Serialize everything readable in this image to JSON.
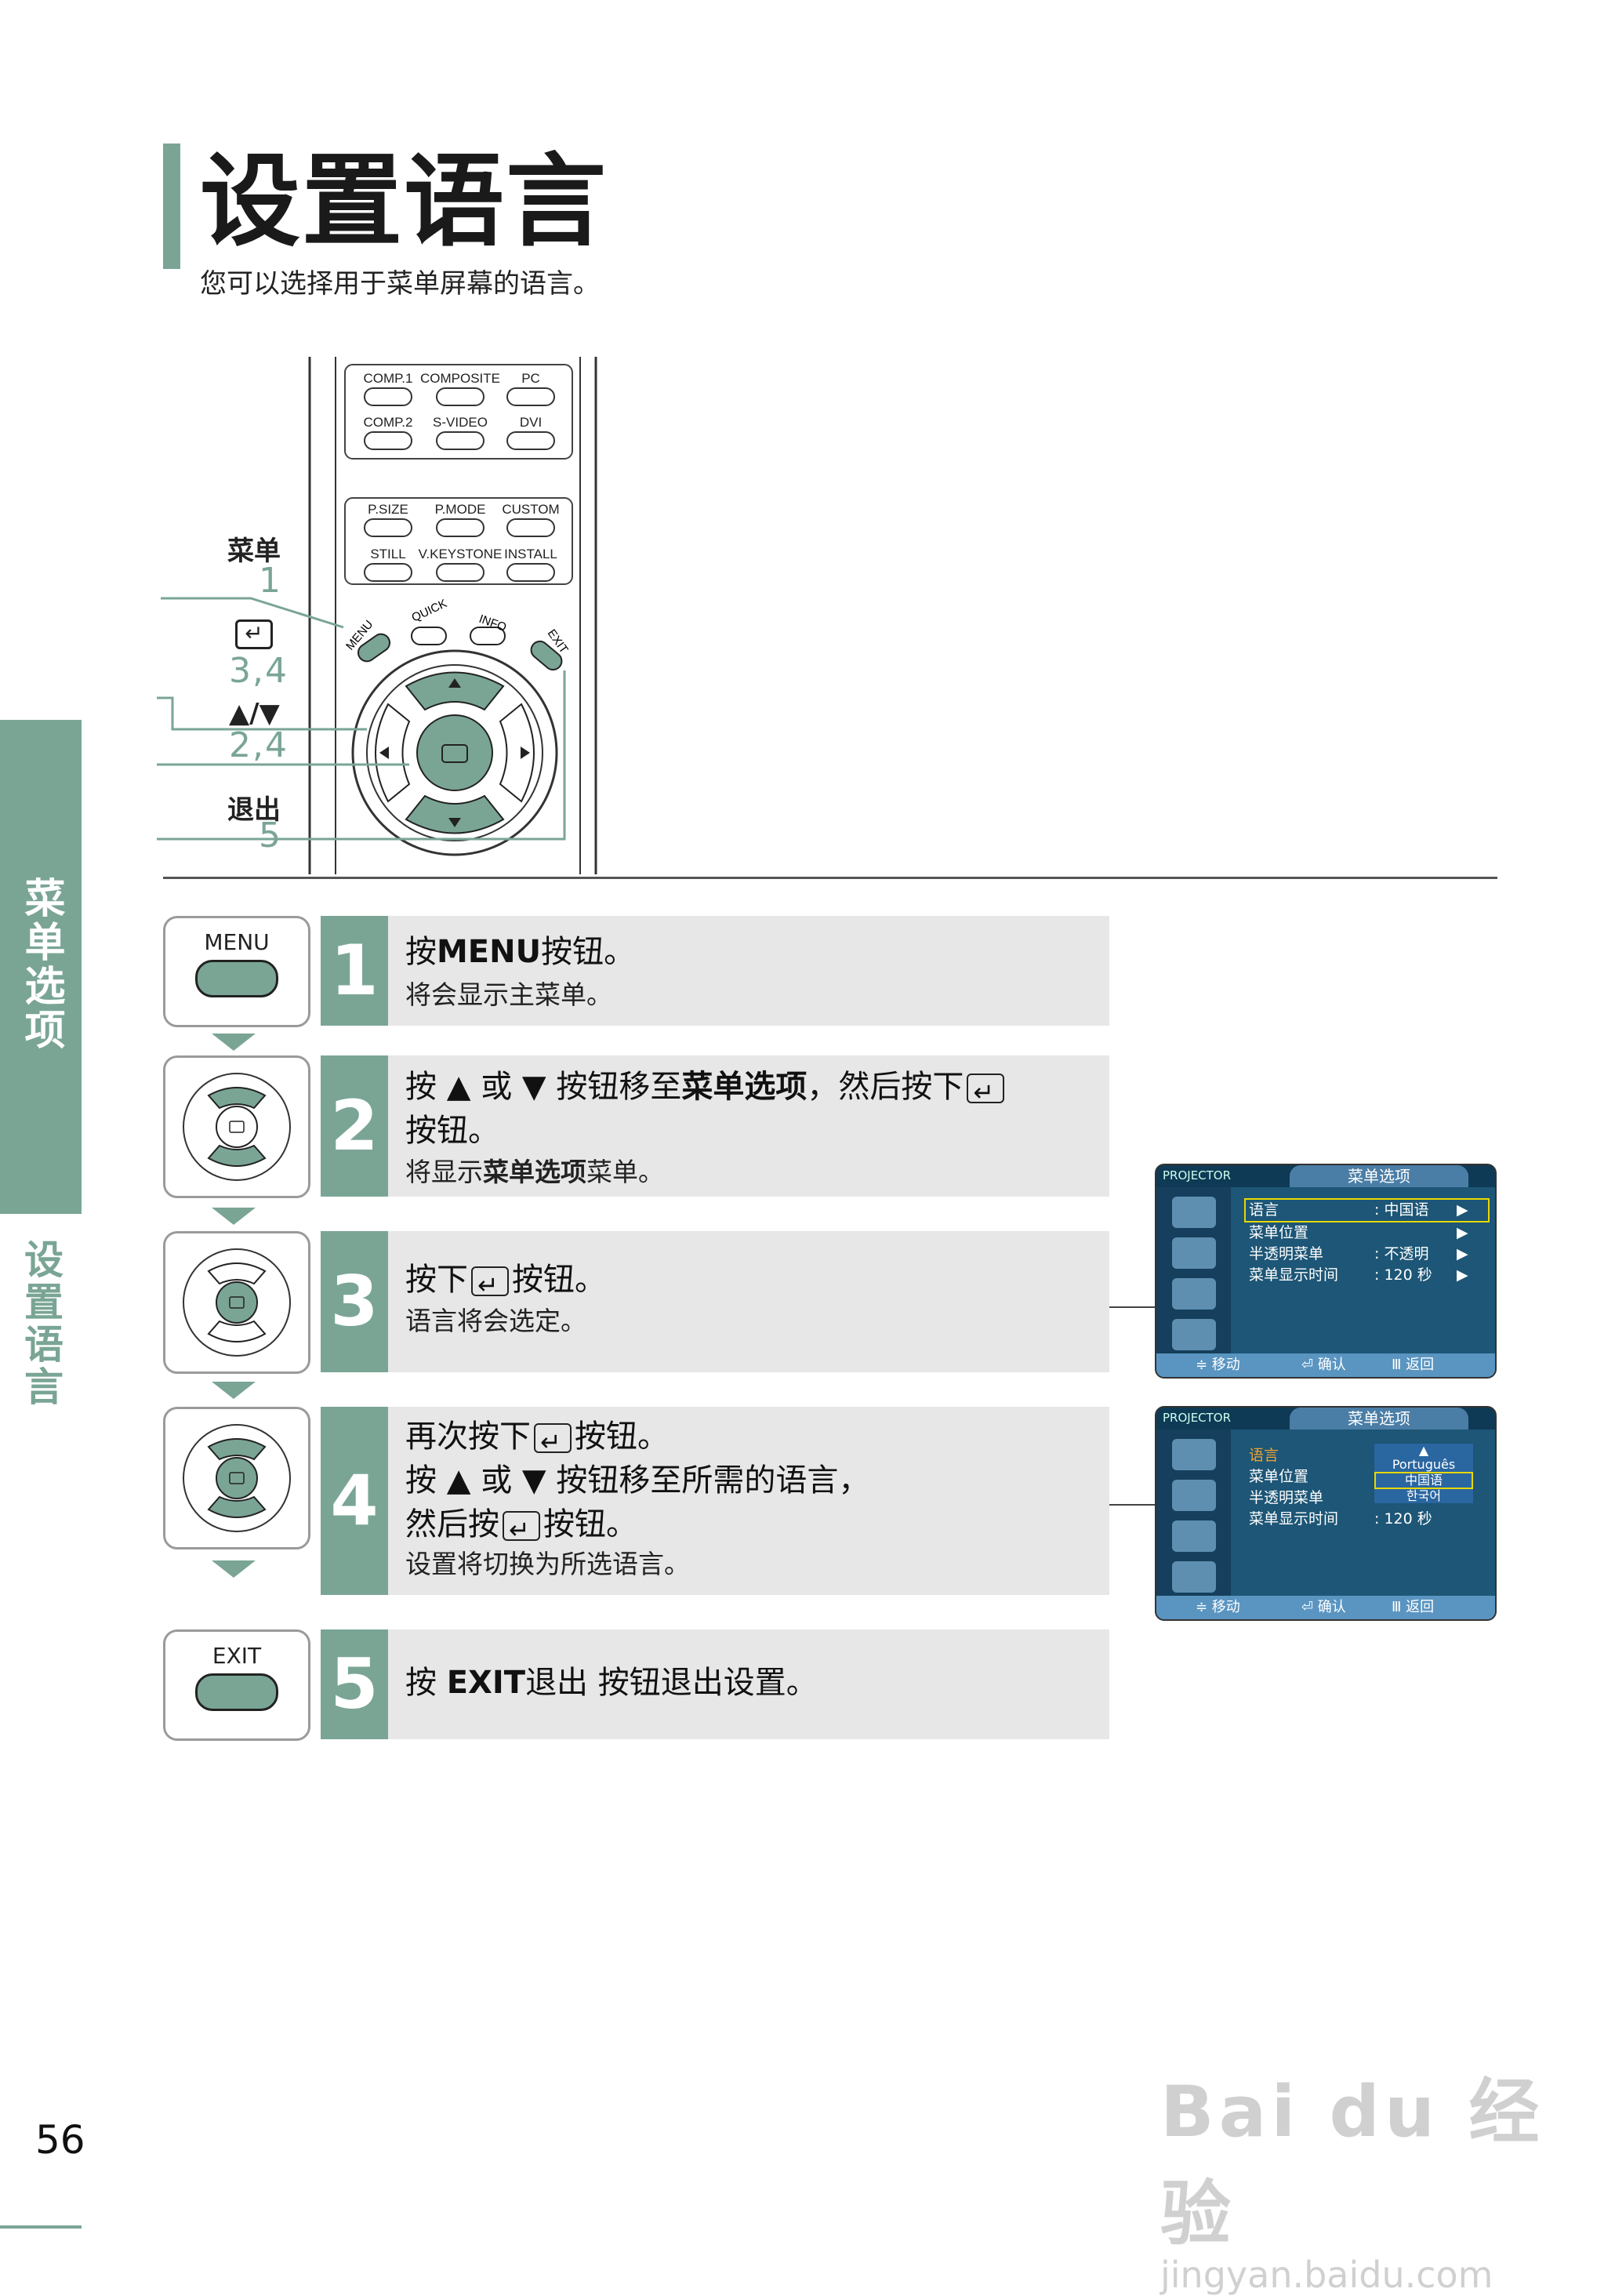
{
  "header": {
    "title": "设置语言",
    "subtitle": "您可以选择用于菜单屏幕的语言。"
  },
  "side": {
    "tab_section": "菜单选项",
    "tab_topic": "设置语言"
  },
  "remote": {
    "row1": [
      "COMP.1",
      "COMPOSITE",
      "PC"
    ],
    "row2": [
      "COMP.2",
      "S-VIDEO",
      "DVI"
    ],
    "row3": [
      "P.SIZE",
      "P.MODE",
      "CUSTOM"
    ],
    "row4": [
      "STILL",
      "V.KEYSTONE",
      "INSTALL"
    ],
    "menu_btn": "MENU",
    "quick_btn": "QUICK",
    "info_btn": "INFO",
    "exit_btn": "EXIT",
    "callouts": [
      {
        "label": "菜单",
        "num": "1"
      },
      {
        "label": "",
        "num": "3,4"
      },
      {
        "label": "▲/▼",
        "num": "2,4"
      },
      {
        "label": "退出",
        "num": "5"
      }
    ]
  },
  "steps": [
    {
      "num": "1",
      "icon_label": "MENU",
      "main_pre": "按",
      "main_bold": "MENU",
      "main_post": "按钮。",
      "sub": "将会显示主菜单。"
    },
    {
      "num": "2",
      "main_line1_a": "按 ▲ 或 ▼ 按钮移至",
      "main_line1_bold": "菜单选项",
      "main_line1_b": "，然后按下",
      "main_line2": "按钮。",
      "sub_a": "将显示",
      "sub_bold": "菜单选项",
      "sub_b": "菜单。"
    },
    {
      "num": "3",
      "main_a": "按下",
      "main_b": "按钮。",
      "sub": "语言将会选定。"
    },
    {
      "num": "4",
      "line1_a": "再次按下",
      "line1_b": "按钮。",
      "line2": "按 ▲ 或 ▼ 按钮移至所需的语言，",
      "line3_a": "然后按",
      "line3_b": "按钮。",
      "sub": "设置将切换为所选语言。"
    },
    {
      "num": "5",
      "icon_label": "EXIT",
      "main_a": "按 ",
      "main_bold": "EXIT",
      "main_b": "退出 按钮退出设置。"
    }
  ],
  "osd1": {
    "brand": "PROJECTOR",
    "tab": "菜单选项",
    "rows": [
      {
        "label": "语言",
        "value": ": 中国语",
        "arrow": "▶"
      },
      {
        "label": "菜单位置",
        "value": "",
        "arrow": "▶"
      },
      {
        "label": "半透明菜单",
        "value": ": 不透明",
        "arrow": "▶"
      },
      {
        "label": "菜单显示时间",
        "value": ": 120 秒",
        "arrow": "▶"
      }
    ],
    "footer": [
      "≑ 移动",
      "⏎ 确认",
      "Ⅲ 返回"
    ]
  },
  "osd2": {
    "brand": "PROJECTOR",
    "tab": "菜单选项",
    "rows": [
      {
        "label": "语言"
      },
      {
        "label": "菜单位置"
      },
      {
        "label": "半透明菜单"
      },
      {
        "label": "菜单显示时间",
        "value": ": 120 秒"
      }
    ],
    "options": [
      "▲",
      "Português",
      "中国语",
      "한국어"
    ],
    "footer": [
      "≑ 移动",
      "⏎ 确认",
      "Ⅲ 返回"
    ]
  },
  "page_number": "56",
  "watermark": {
    "line1": "Bai du 经验",
    "line2": "jingyan.baidu.com"
  },
  "colors": {
    "accent": "#7aa595",
    "step_bg": "#e7e7e7",
    "osd_bg": "#1d5676"
  }
}
